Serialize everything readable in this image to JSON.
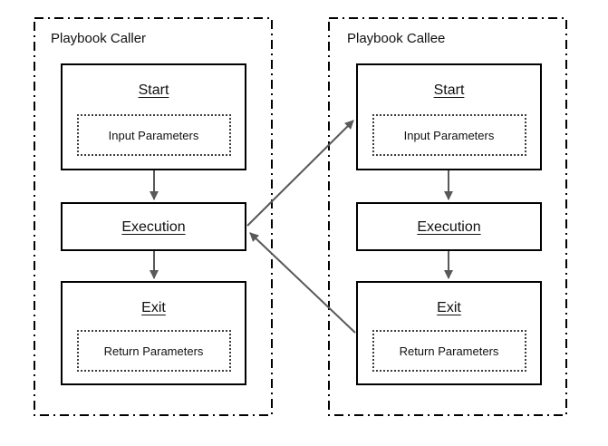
{
  "colors": {
    "arrow": "#595959",
    "container_border": "#000000",
    "node_border": "#000000",
    "background": "#ffffff"
  },
  "panels": [
    {
      "title": "Playbook Caller",
      "nodes": [
        {
          "label": "Start",
          "sublabel": "Input Parameters"
        },
        {
          "label": "Execution"
        },
        {
          "label": "Exit",
          "sublabel": "Return Parameters"
        }
      ]
    },
    {
      "title": "Playbook Callee",
      "nodes": [
        {
          "label": "Start",
          "sublabel": "Input Parameters"
        },
        {
          "label": "Execution"
        },
        {
          "label": "Exit",
          "sublabel": "Return Parameters"
        }
      ]
    }
  ],
  "edges": [
    {
      "id": "caller-start-to-execution",
      "from": "caller.start",
      "to": "caller.execution"
    },
    {
      "id": "caller-execution-to-exit",
      "from": "caller.execution",
      "to": "caller.exit"
    },
    {
      "id": "callee-start-to-execution",
      "from": "callee.start",
      "to": "callee.execution"
    },
    {
      "id": "callee-execution-to-exit",
      "from": "callee.execution",
      "to": "callee.exit"
    },
    {
      "id": "call-edge",
      "from": "caller.execution",
      "to": "callee.start"
    },
    {
      "id": "return-edge",
      "from": "callee.exit",
      "to": "caller.execution"
    }
  ]
}
